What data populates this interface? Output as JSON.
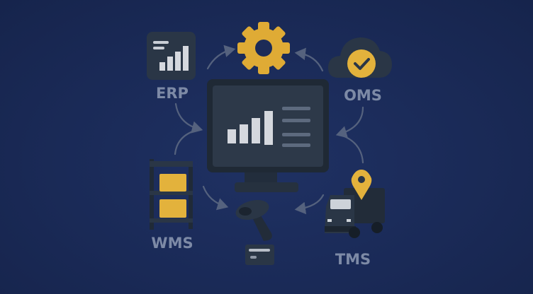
{
  "labels": {
    "erp": "ERP",
    "oms": "OMS",
    "wms": "WMS",
    "tms": "TMS"
  },
  "colors": {
    "background": "#1a2a57",
    "icon": "#283444",
    "accent": "#e3b23c",
    "label": "#7d8aa6",
    "arrow": "#55627e"
  },
  "icons": [
    "erp-chart-icon",
    "gear-icon",
    "cloud-check-icon",
    "monitor-dashboard-icon",
    "warehouse-shelf-icon",
    "barcode-scanner-icon",
    "card-icon",
    "truck-icon",
    "location-pin-icon"
  ]
}
